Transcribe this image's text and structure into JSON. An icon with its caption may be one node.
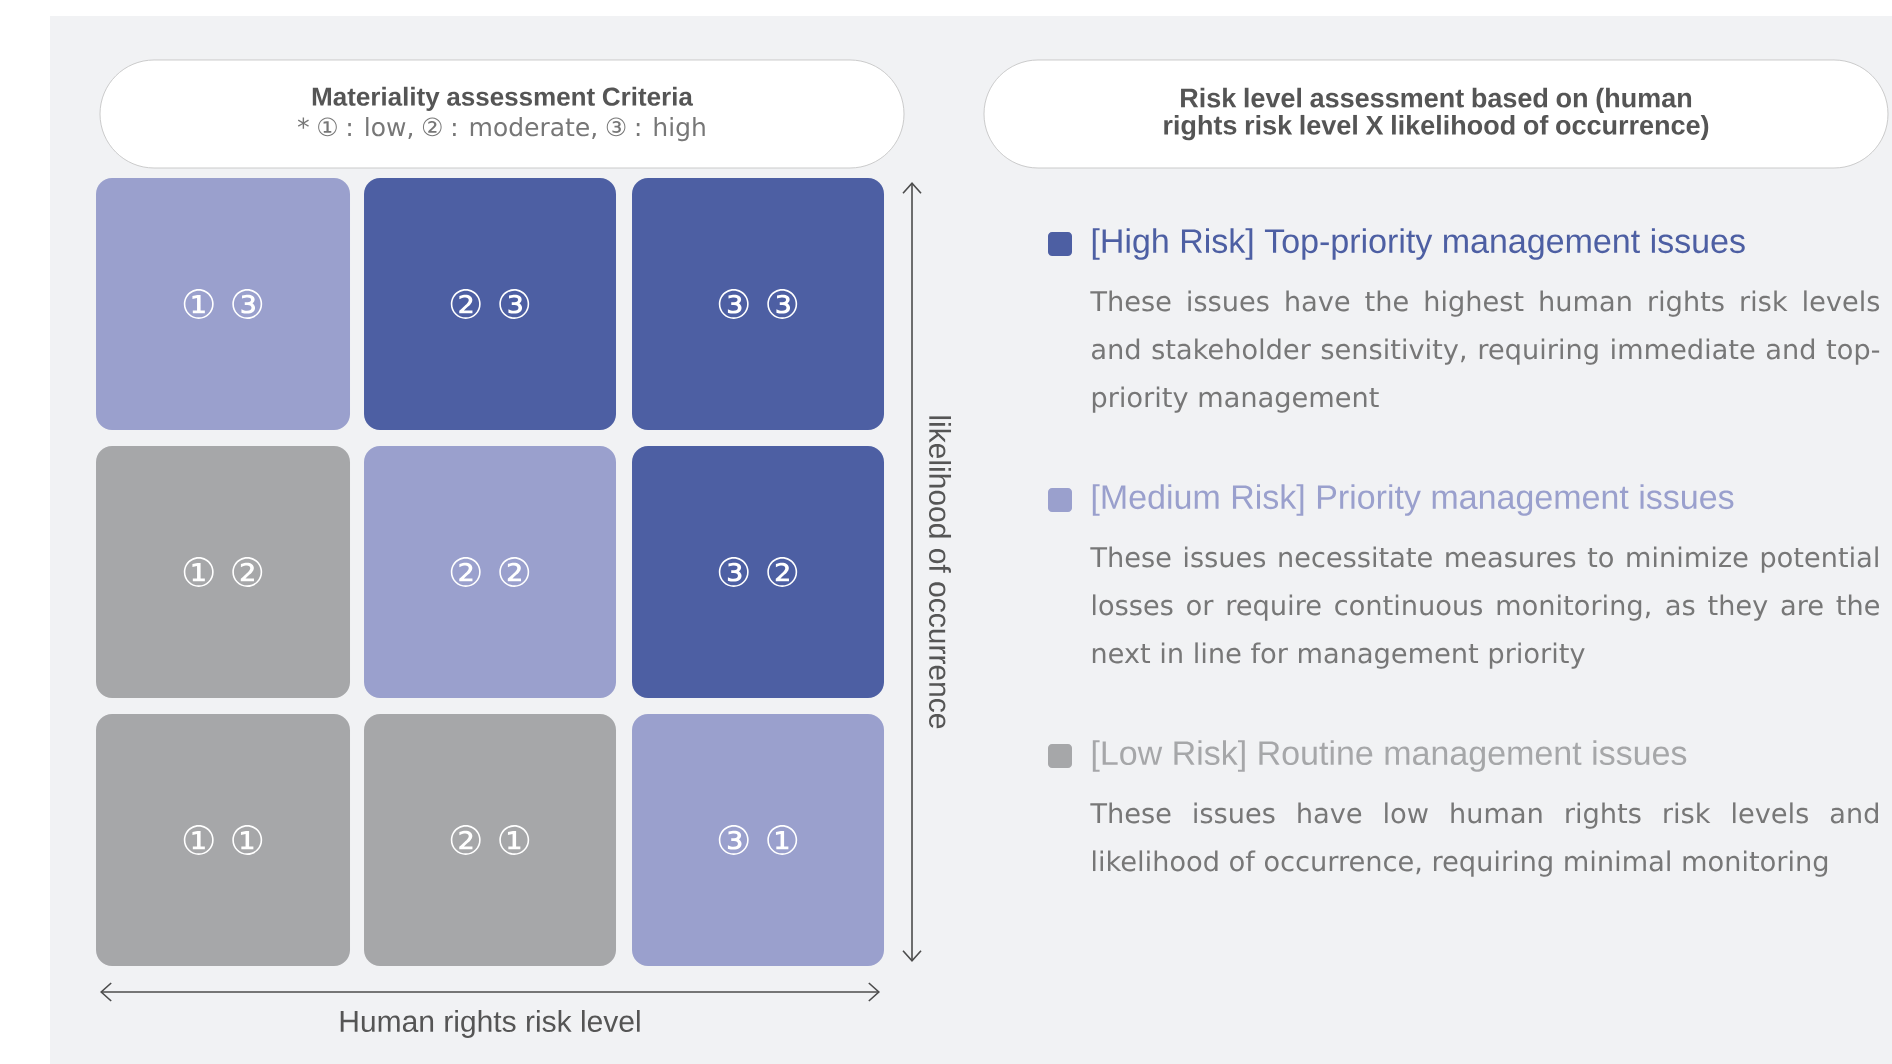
{
  "diagram": {
    "nodes": [
      {
        "text": [
          "Materiality assessment Criteria",
          "* ① : low, ② : moderate, ③ : high"
        ]
      },
      {
        "text": [
          "Risk level assessment based on (human rights risk level X likelihood of occurrence)"
        ]
      },
      {
        "text": [
          "① ③"
        ]
      },
      {
        "text": [
          "② ③"
        ]
      },
      {
        "text": [
          "③ ③"
        ]
      },
      {
        "text": [
          "① ②"
        ]
      },
      {
        "text": [
          "② ②"
        ]
      },
      {
        "text": [
          "③ ②"
        ]
      },
      {
        "text": [
          "① ①"
        ]
      },
      {
        "text": [
          "② ①"
        ]
      },
      {
        "text": [
          "③ ①"
        ]
      }
    ],
    "edges": [],
    "labels": [
      "likelihood of occurrence",
      "Human rights risk level",
      "These issues have the highest human rights risk levels and stakeholder sensitivity, requiring immediate and top-priority management",
      "These issues necessitate measures to minimize potential losses or require continuous monitoring, as they are the next in line for management priority",
      "These issues have low human rights risk levels and likelihood of occurrence, requiring minimal monitoring"
    ],
    "legend": [
      {
        "text": "[High Risk] Top-priority management issues",
        "color": "#4d5fa3"
      },
      {
        "text": "[Medium Risk] Priority management issues",
        "color": "#9aa0cd"
      },
      {
        "text": "[Low Risk] Routine management issues",
        "color": "#a6a7a9"
      }
    ]
  }
}
